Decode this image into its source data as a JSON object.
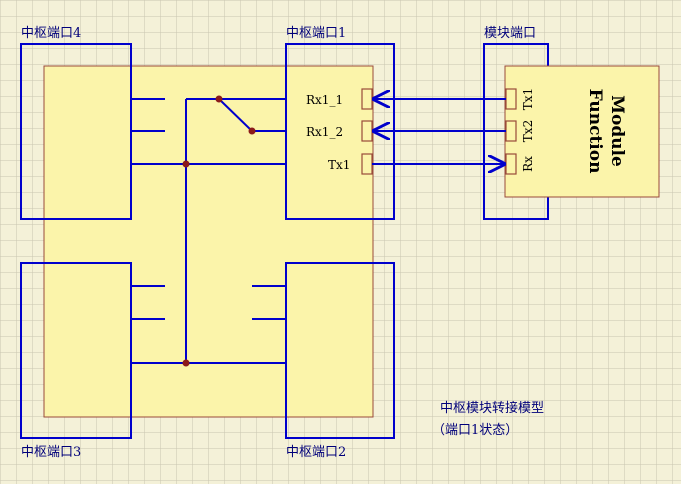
{
  "ports": {
    "port4": "中枢端口4",
    "port1": "中枢端口1",
    "port3": "中枢端口3",
    "port2": "中枢端口2",
    "module_port": "模块端口"
  },
  "pins": {
    "rx1_1": "Rx1_1",
    "rx1_2": "Rx1_2",
    "tx1": "Tx1",
    "mod_tx1": "Tx1",
    "mod_tx2": "Tx2",
    "mod_rx": "Rx"
  },
  "module": {
    "line1": "Function",
    "line2": "Module"
  },
  "caption": {
    "line1": "中枢模块转接模型",
    "line2": "（端口1状态）"
  },
  "colors": {
    "background": "#f4f1d8",
    "grid": "#c9c5b0",
    "block_fill": "#fbf4aa",
    "block_stroke": "#9a4a3a",
    "wire": "#0000cc",
    "junction": "#8b1a1a"
  }
}
